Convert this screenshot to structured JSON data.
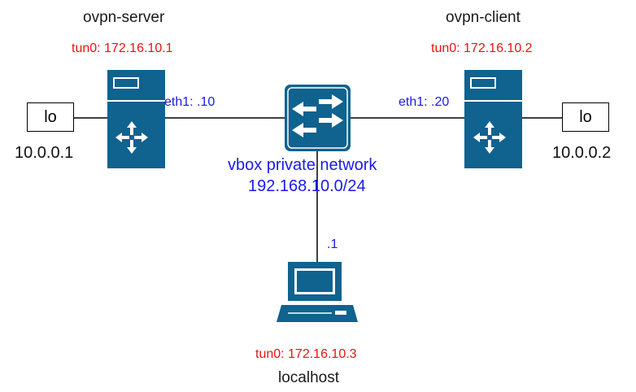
{
  "server": {
    "name": "ovpn-server",
    "tun": "tun0: 172.16.10.1",
    "eth": "eth1: .10",
    "lo_label": "lo",
    "lo_addr": "10.0.0.1"
  },
  "client": {
    "name": "ovpn-client",
    "tun": "tun0: 172.16.10.2",
    "eth": "eth1: .20",
    "lo_label": "lo",
    "lo_addr": "10.0.0.2"
  },
  "network": {
    "name": "vbox private network",
    "subnet": "192.168.10.0/24"
  },
  "host": {
    "eth": ".1",
    "tun": "tun0: 172.16.10.3",
    "name": "localhost"
  },
  "colors": {
    "device": "#10628f",
    "device_light": "#ffffff",
    "tun_text": "#ee1111",
    "net_text": "#1a1aee"
  }
}
